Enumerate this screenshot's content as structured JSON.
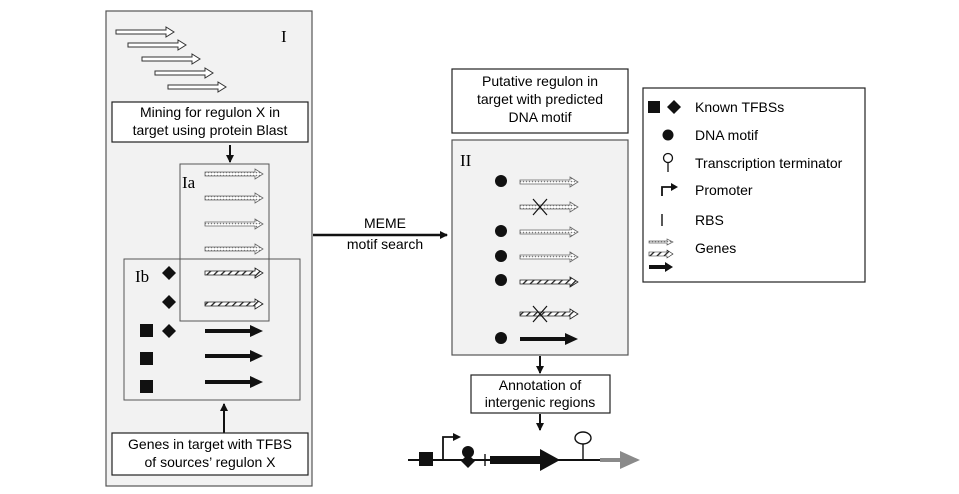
{
  "panel_i": {
    "label": "I",
    "mining_box": {
      "line1": "Mining for regulon X in",
      "line2": "target using protein Blast"
    },
    "ia_label": "Ia",
    "ib_label": "Ib",
    "genes_box": {
      "line1": "Genes in target with TFBS",
      "line2": "of sources’ regulon X"
    }
  },
  "meme": {
    "line1": "MEME",
    "line2": "motif search"
  },
  "panel_ii": {
    "label": "II",
    "putative_box": {
      "line1": "Putative regulon in",
      "line2": "target with predicted",
      "line3": "DNA motif"
    }
  },
  "annotation_box": {
    "line1": "Annotation of",
    "line2": "intergenic regions"
  },
  "legend": {
    "known_tfbs": "Known TFBSs",
    "dna_motif": "DNA motif",
    "terminator": "Transcription terminator",
    "promoter": "Promoter",
    "rbs": "RBS",
    "genes": "Genes"
  },
  "colors": {
    "dark": "#111111",
    "panel_fill": "#f2f2f2",
    "gray_gene": "#8a8a8a",
    "border": "#555555"
  }
}
